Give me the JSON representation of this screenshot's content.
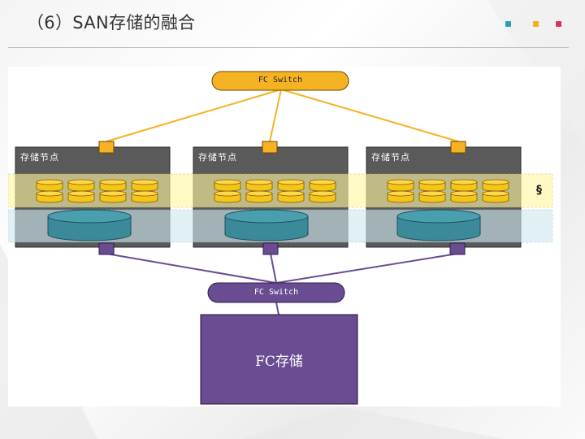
{
  "slide": {
    "title": "（6）SAN存储的融合"
  },
  "accent_dots": [
    {
      "name": "teal-dot",
      "color": "#2a9fb4"
    },
    {
      "name": "yellow-dot",
      "color": "#f2b21a"
    },
    {
      "name": "pink-dot",
      "color": "#e0325e"
    }
  ],
  "diagram": {
    "top_switch": {
      "label": "FC Switch",
      "color": "#f5b324"
    },
    "bottom_switch": {
      "label": "FC Switch",
      "color": "#6a4c93"
    },
    "storage_nodes": [
      {
        "label": "存储节点"
      },
      {
        "label": "存储节点"
      },
      {
        "label": "存储节点"
      }
    ],
    "fc_storage": {
      "label": "FC存储",
      "color": "#6a4c93"
    },
    "cache_band_color": "#fff7b0",
    "pool_band_color": "#cfe8f0",
    "node_color": "#5a5a5a",
    "disk_color": "#f5c518",
    "volume_color": "#3b8a99",
    "side_icon": "link-icon"
  }
}
